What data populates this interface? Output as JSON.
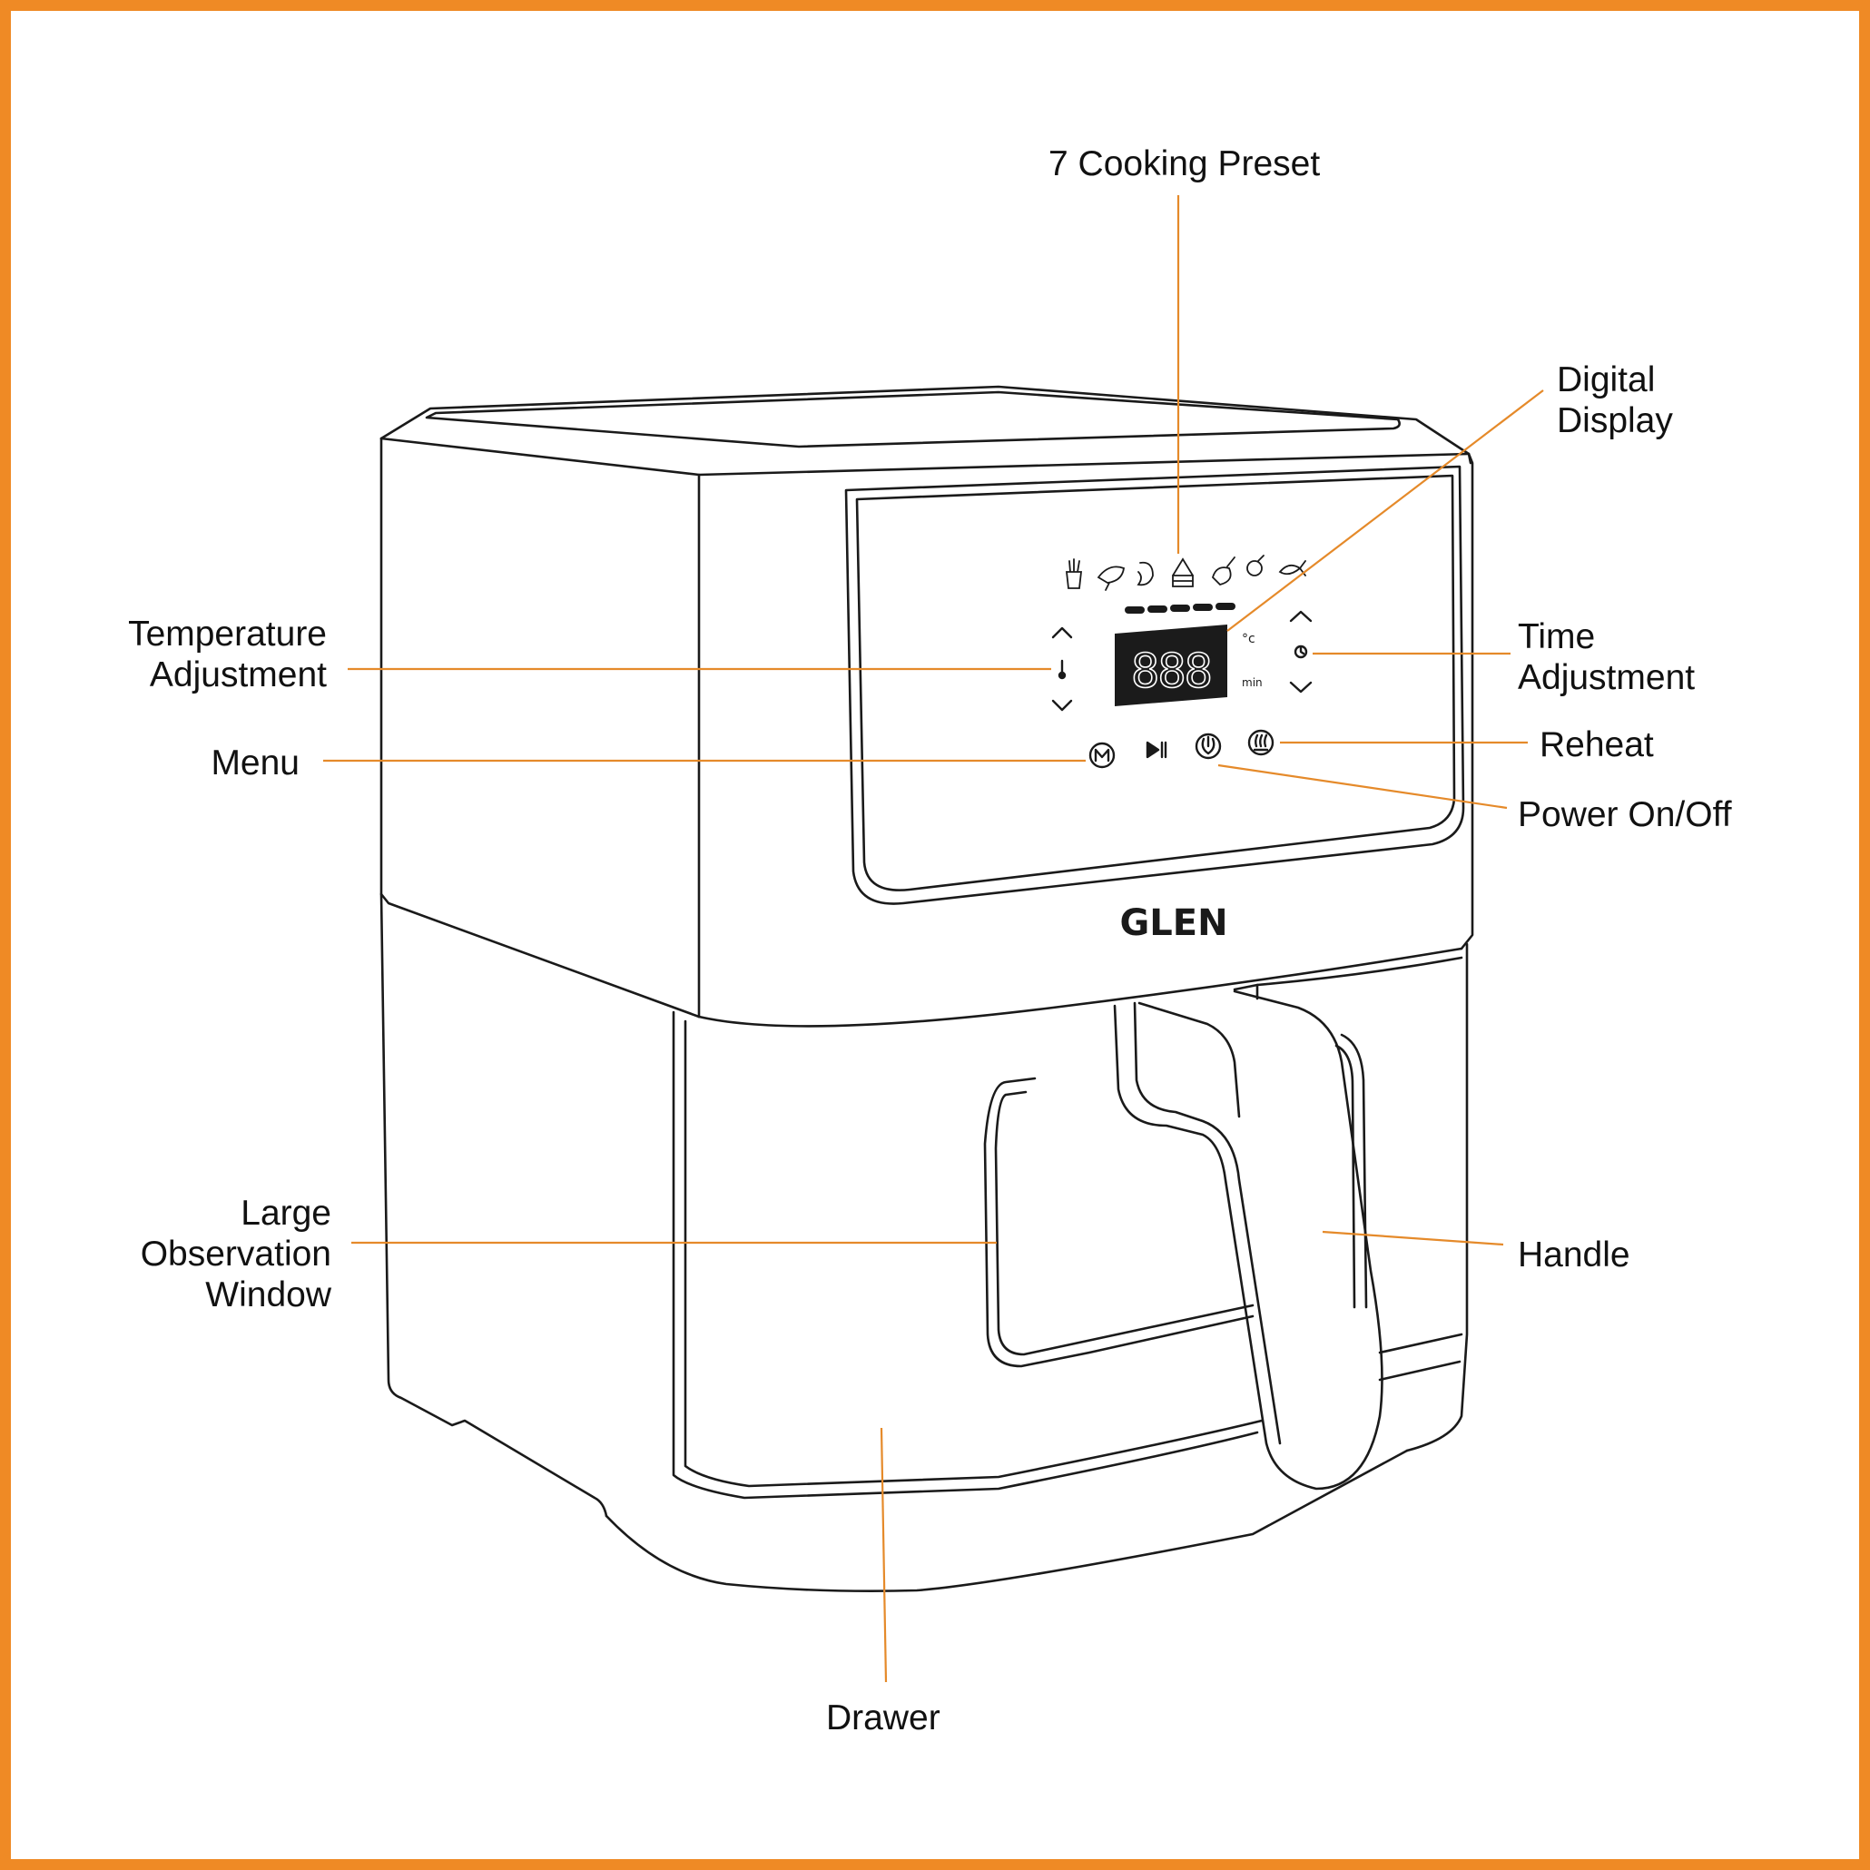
{
  "colors": {
    "frame": "#ef8a25",
    "leader": "#e58a2a",
    "outline": "#1a1a1a",
    "display": "#1b1b1b",
    "display_digits": "#ffffff"
  },
  "product": {
    "brand": "GLEN",
    "display_digits": "888",
    "unit_celsius": "°c",
    "unit_min": "min"
  },
  "labels": {
    "cooking_preset": "7 Cooking Preset",
    "digital_display": [
      "Digital",
      "Display"
    ],
    "temperature_adjustment": [
      "Temperature",
      "Adjustment"
    ],
    "time_adjustment": [
      "Time",
      "Adjustment"
    ],
    "menu": "Menu",
    "reheat": "Reheat",
    "power": "Power On/Off",
    "observation_window": [
      "Large",
      "Observation",
      "Window"
    ],
    "handle": "Handle",
    "drawer": "Drawer"
  },
  "icons": [
    "fries-icon",
    "chicken-wing-icon",
    "shrimp-icon",
    "cake-icon",
    "drumstick-icon",
    "vegetable-icon",
    "fish-icon",
    "temp-up-chevron-icon",
    "thermometer-icon",
    "temp-down-chevron-icon",
    "time-up-chevron-icon",
    "clock-icon",
    "time-down-chevron-icon",
    "menu-m-icon",
    "play-pause-icon",
    "power-icon",
    "reheat-steam-icon"
  ]
}
